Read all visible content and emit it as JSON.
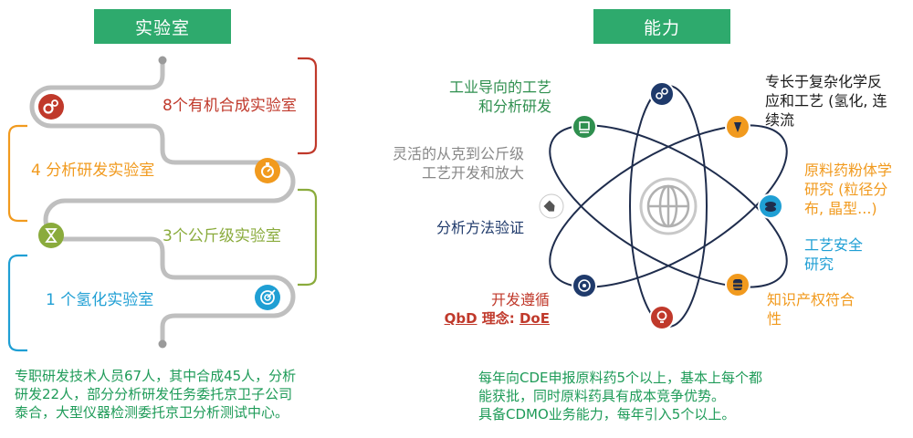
{
  "colors": {
    "header_bg": "#2eaa6d",
    "red": "#c0392b",
    "orange": "#f19a1e",
    "olive": "#8aab3c",
    "blue": "#1f9fd4",
    "gray": "#888888",
    "navy": "#1f3a6b",
    "green": "#2f8f4f",
    "para": "#1e9b58"
  },
  "lab": {
    "header": "实验室",
    "items": [
      {
        "label": "8个有机合成实验室",
        "icon": "gears-icon",
        "color": "#c0392b"
      },
      {
        "label": "4 分析研发实验室",
        "icon": "stopwatch-icon",
        "color": "#f19a1e"
      },
      {
        "label": "3个公斤级实验室",
        "icon": "hourglass-icon",
        "color": "#8aab3c"
      },
      {
        "label": "1 个氢化实验室",
        "icon": "target-icon",
        "color": "#1f9fd4"
      }
    ],
    "paragraph": [
      "专职研发技术人员67人，其中合成45人，分析",
      "研发22人，部分分析研发任务委托京卫子公司",
      "泰合，大型仪器检测委托京卫分析测试中心。"
    ]
  },
  "cap": {
    "header": "能力",
    "center_icon": "globe-icon",
    "labels": [
      {
        "lines": [
          "工业导向的工艺",
          "和分析研发"
        ],
        "color": "#2f8f4f",
        "align": "right"
      },
      {
        "lines": [
          "灵活的从克到公斤级",
          "工艺开发和放大"
        ],
        "color": "#888888",
        "align": "right"
      },
      {
        "lines": [
          "分析方法验证"
        ],
        "color": "#1f3a6b",
        "align": "right"
      },
      {
        "lines": [
          "开发遵循"
        ],
        "color": "#c0392b",
        "align": "right"
      },
      {
        "lines": [
          "专长于复杂化学反",
          "应和工艺 (氢化, 连",
          "续流"
        ],
        "color": "#1a1a1a",
        "align": "left"
      },
      {
        "lines": [
          "原料药粉体学",
          "研究 (粒径分",
          "布, 晶型...)"
        ],
        "color": "#f19a1e",
        "align": "left"
      },
      {
        "lines": [
          "工艺安全",
          "研究"
        ],
        "color": "#1f9fd4",
        "align": "left"
      },
      {
        "lines": [
          "知识产权符合",
          "性"
        ],
        "color": "#f19a1e",
        "align": "left"
      }
    ],
    "qbd": {
      "part1": "QbD",
      "part2": " 理念: ",
      "part3": "DoE"
    },
    "nodes": [
      {
        "icon": "link-icon",
        "color": "#1f3a6b"
      },
      {
        "icon": "pin-icon",
        "color": "#f19a1e"
      },
      {
        "icon": "coins-icon",
        "color": "#1f9fd4"
      },
      {
        "icon": "database-icon",
        "color": "#f19a1e"
      },
      {
        "icon": "bulb-icon",
        "color": "#c0392b"
      },
      {
        "icon": "target-icon",
        "color": "#1f3a6b"
      },
      {
        "icon": "tag-icon",
        "color": "#888888"
      },
      {
        "icon": "cart-icon",
        "color": "#2f8f4f"
      }
    ],
    "paragraph": [
      "每年向CDE申报原料药5个以上，基本上每个都",
      "能获批，同时原料药具有成本竞争优势。",
      "具备CDMO业务能力，每年引入5个以上。"
    ]
  }
}
